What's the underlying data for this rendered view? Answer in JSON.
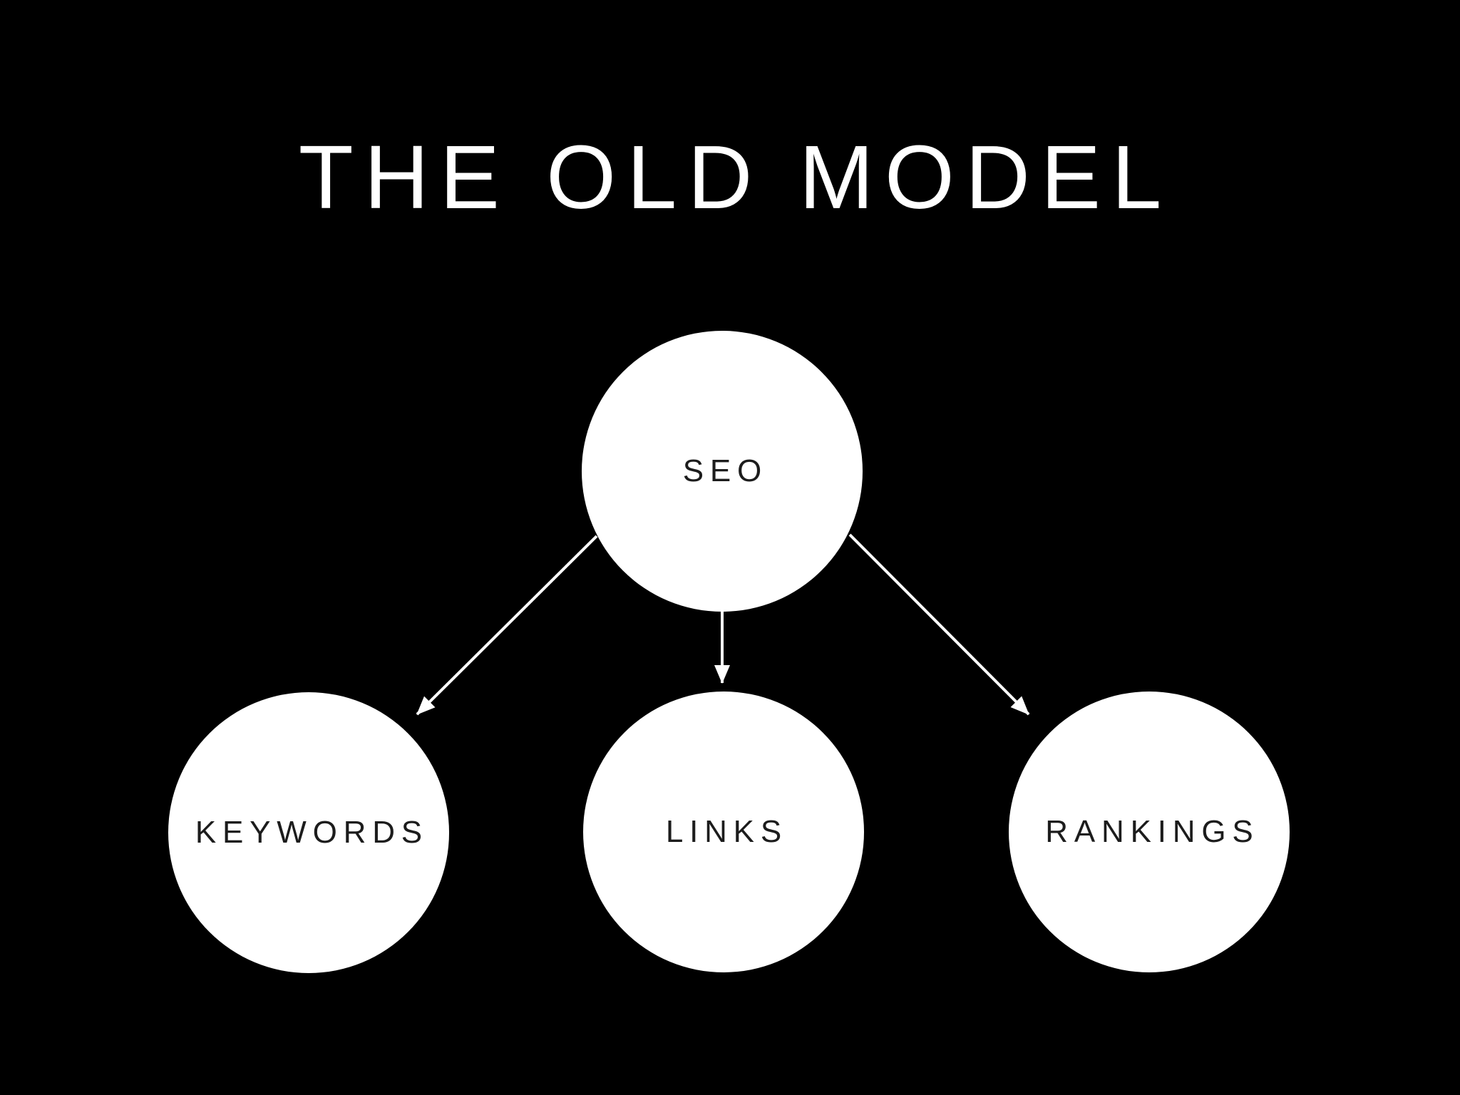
{
  "title": {
    "text": "THE OLD MODEL"
  },
  "diagram": {
    "type": "tree",
    "root": "SEO",
    "nodes": {
      "seo": {
        "label": "SEO"
      },
      "keywords": {
        "label": "KEYWORDS"
      },
      "links": {
        "label": "LINKS"
      },
      "rankings": {
        "label": "RANKINGS"
      }
    },
    "edges": [
      {
        "from": "SEO",
        "to": "KEYWORDS",
        "style": "arrow"
      },
      {
        "from": "SEO",
        "to": "LINKS",
        "style": "arrow"
      },
      {
        "from": "SEO",
        "to": "RANKINGS",
        "style": "arrow"
      }
    ]
  },
  "colors": {
    "background": "#000000",
    "title_text": "#ffffff",
    "node_fill": "#ffffff",
    "node_text": "#1c1c1c",
    "arrow": "#ffffff"
  }
}
